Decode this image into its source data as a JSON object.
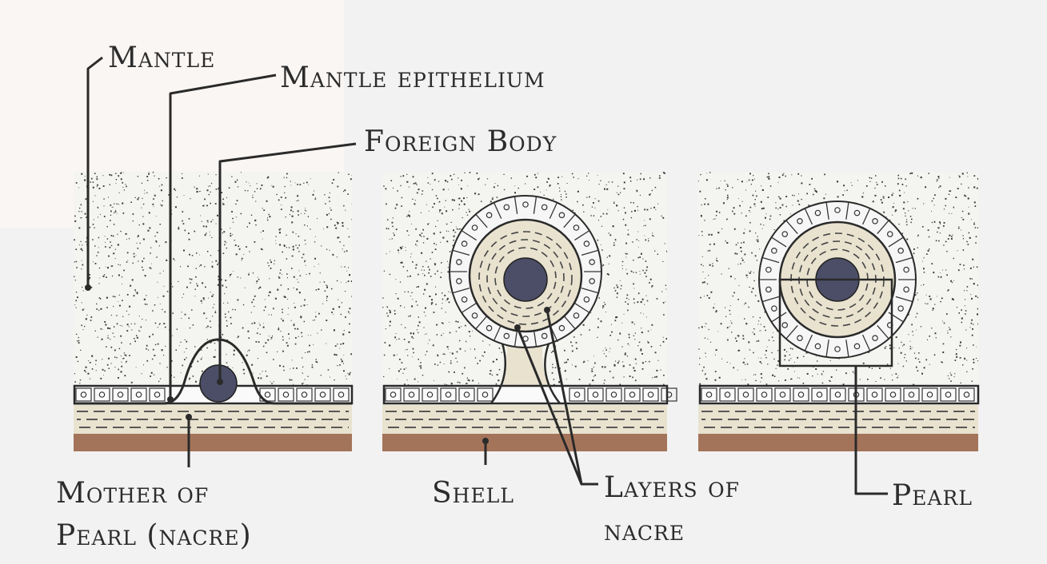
{
  "labels": {
    "mantle": "Mantle",
    "mantle_epithelium": "Mantle epithelium",
    "foreign_body": "Foreign Body",
    "mother_of_pearl_line1": "Mother of",
    "mother_of_pearl_line2": "Pearl (nacre)",
    "shell": "Shell",
    "layers_of_nacre_line1": "Layers of",
    "layers_of_nacre_line2": "nacre",
    "pearl": "Pearl"
  },
  "colors": {
    "background": "#f2f2f2",
    "mantle_fill": "#f4f4f0",
    "stipple": "#3a3a3a",
    "nacre": "#e8e2cf",
    "shell": "#a4745a",
    "foreign_body": "#4b4e66",
    "line": "#2a2a2a"
  }
}
